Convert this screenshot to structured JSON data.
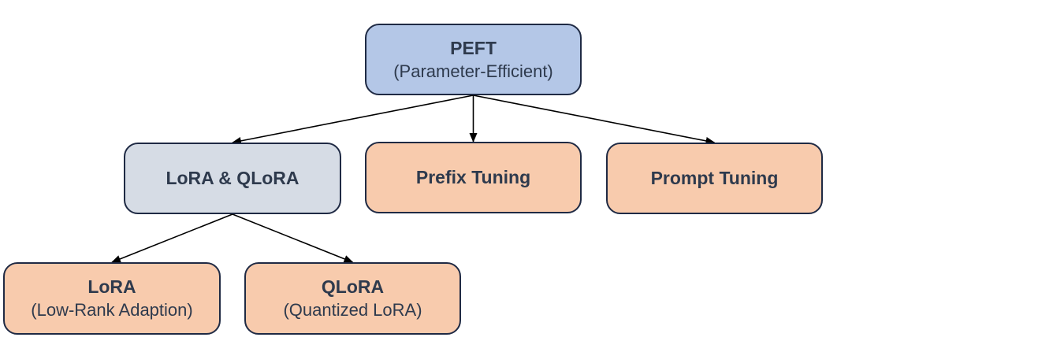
{
  "colors": {
    "root_fill": "#b4c7e7",
    "group_fill": "#d6dce5",
    "leaf_fill": "#f8cbad",
    "border": "#1f2a44",
    "text": "#2e3a4d",
    "arrow": "#000000"
  },
  "nodes": {
    "peft": {
      "title": "PEFT",
      "subtitle": "(Parameter-Efficient)"
    },
    "lora_qlora": {
      "title": "LoRA & QLoRA"
    },
    "prefix_tuning": {
      "title": "Prefix Tuning"
    },
    "prompt_tuning": {
      "title": "Prompt Tuning"
    },
    "lora": {
      "title": "LoRA",
      "subtitle": "(Low-Rank Adaption)"
    },
    "qlora": {
      "title": "QLoRA",
      "subtitle": "(Quantized LoRA)"
    }
  },
  "edges": [
    {
      "from": "peft",
      "to": "lora_qlora"
    },
    {
      "from": "peft",
      "to": "prefix_tuning"
    },
    {
      "from": "peft",
      "to": "prompt_tuning"
    },
    {
      "from": "lora_qlora",
      "to": "lora"
    },
    {
      "from": "lora_qlora",
      "to": "qlora"
    }
  ]
}
